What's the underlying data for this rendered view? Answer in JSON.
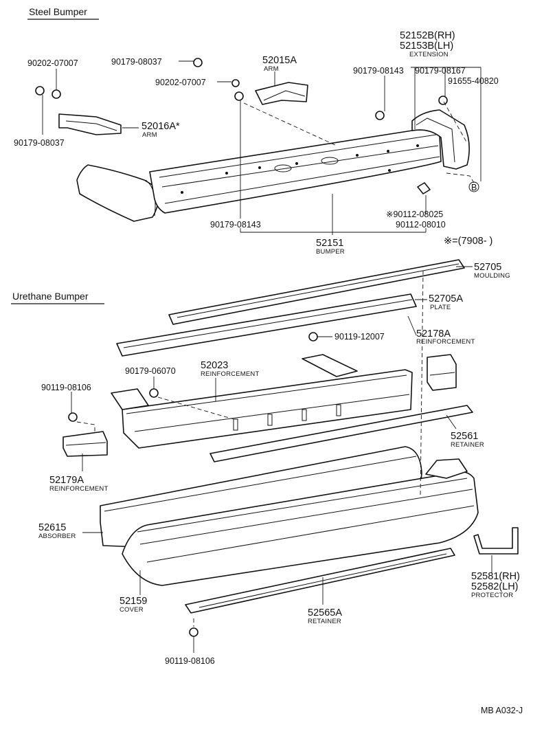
{
  "sections": {
    "steel": "Steel Bumper",
    "urethane": "Urethane Bumper"
  },
  "steel_parts": {
    "extension_rh": "52152B(RH)",
    "extension_lh": "52153B(LH)",
    "extension_name": "EXTENSION",
    "nut_90202_a": "90202-07007",
    "bolt_90179_08037_top": "90179-08037",
    "arm_52015A": "52015A",
    "arm_52015A_name": "ARM",
    "nut_90202_b": "90202-07007",
    "bolt_90179_08143_right": "90179-08143",
    "bolt_90179_08167": "90179-08167",
    "bolt_91655_40820": "91655-40820",
    "arm_52016A": "52016A*",
    "arm_52016A_name": "ARM",
    "bolt_90179_08037_left": "90179-08037",
    "callout_B": "B",
    "screw_90112_08025": "※90112-08025",
    "screw_90112_08010": "90112-08010",
    "bolt_90179_08143_bottom": "90179-08143",
    "bumper_52151": "52151",
    "bumper_name": "BUMPER",
    "note": "※=(7908-      )"
  },
  "urethane_parts": {
    "moulding": "52705",
    "moulding_name": "MOULDING",
    "plate": "52705A",
    "plate_name": "PLATE",
    "bolt_90119_12007": "90119-12007",
    "reinf_52178A": "52178A",
    "reinf_52178A_name": "REINFORCEMENT",
    "reinf_52023": "52023",
    "reinf_52023_name": "REINFORCEMENT",
    "bolt_90179_06070": "90179-06070",
    "bolt_90119_08106_top": "90119-08106",
    "retainer_52561": "52561",
    "retainer_52561_name": "RETAINER",
    "reinf_52179A": "52179A",
    "reinf_52179A_name": "REINFORCEMENT",
    "absorber": "52615",
    "absorber_name": "ABSORBER",
    "protector_rh": "52581(RH)",
    "protector_lh": "52582(LH)",
    "protector_name": "PROTECTOR",
    "cover": "52159",
    "cover_name": "COVER",
    "retainer_52565A": "52565A",
    "retainer_52565A_name": "RETAINER",
    "bolt_90119_08106_bottom": "90119-08106"
  },
  "footer": {
    "code": "MB A032-J"
  }
}
